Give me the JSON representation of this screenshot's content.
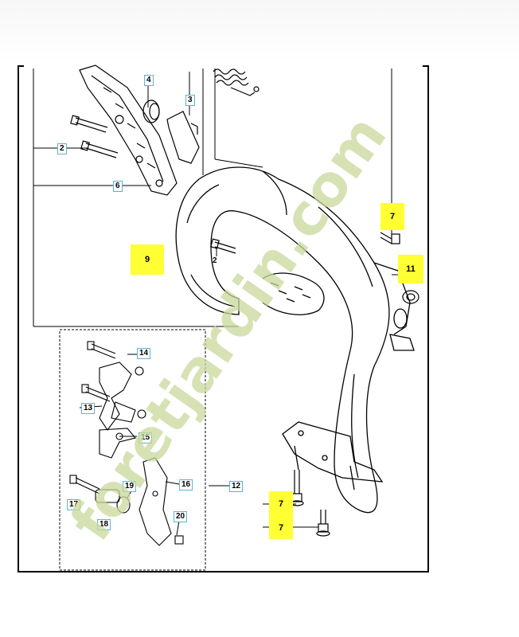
{
  "callouts": {
    "c2a": "2",
    "c2b": "2",
    "c3": "3",
    "c4": "4",
    "c6": "6",
    "c7_top": "7",
    "c7_mid": "7",
    "c7_low": "7",
    "c9": "9",
    "c11": "11",
    "c12": "12",
    "c13": "13",
    "c14": "14",
    "c15": "15",
    "c16": "16",
    "c17": "17",
    "c18": "18",
    "c19": "19",
    "c20": "20"
  },
  "watermark": {
    "text": "foretjardin.com"
  },
  "colors": {
    "highlight": "#ffff33",
    "callout_border": "#5ab4d6",
    "watermark": "#c9d99a"
  }
}
